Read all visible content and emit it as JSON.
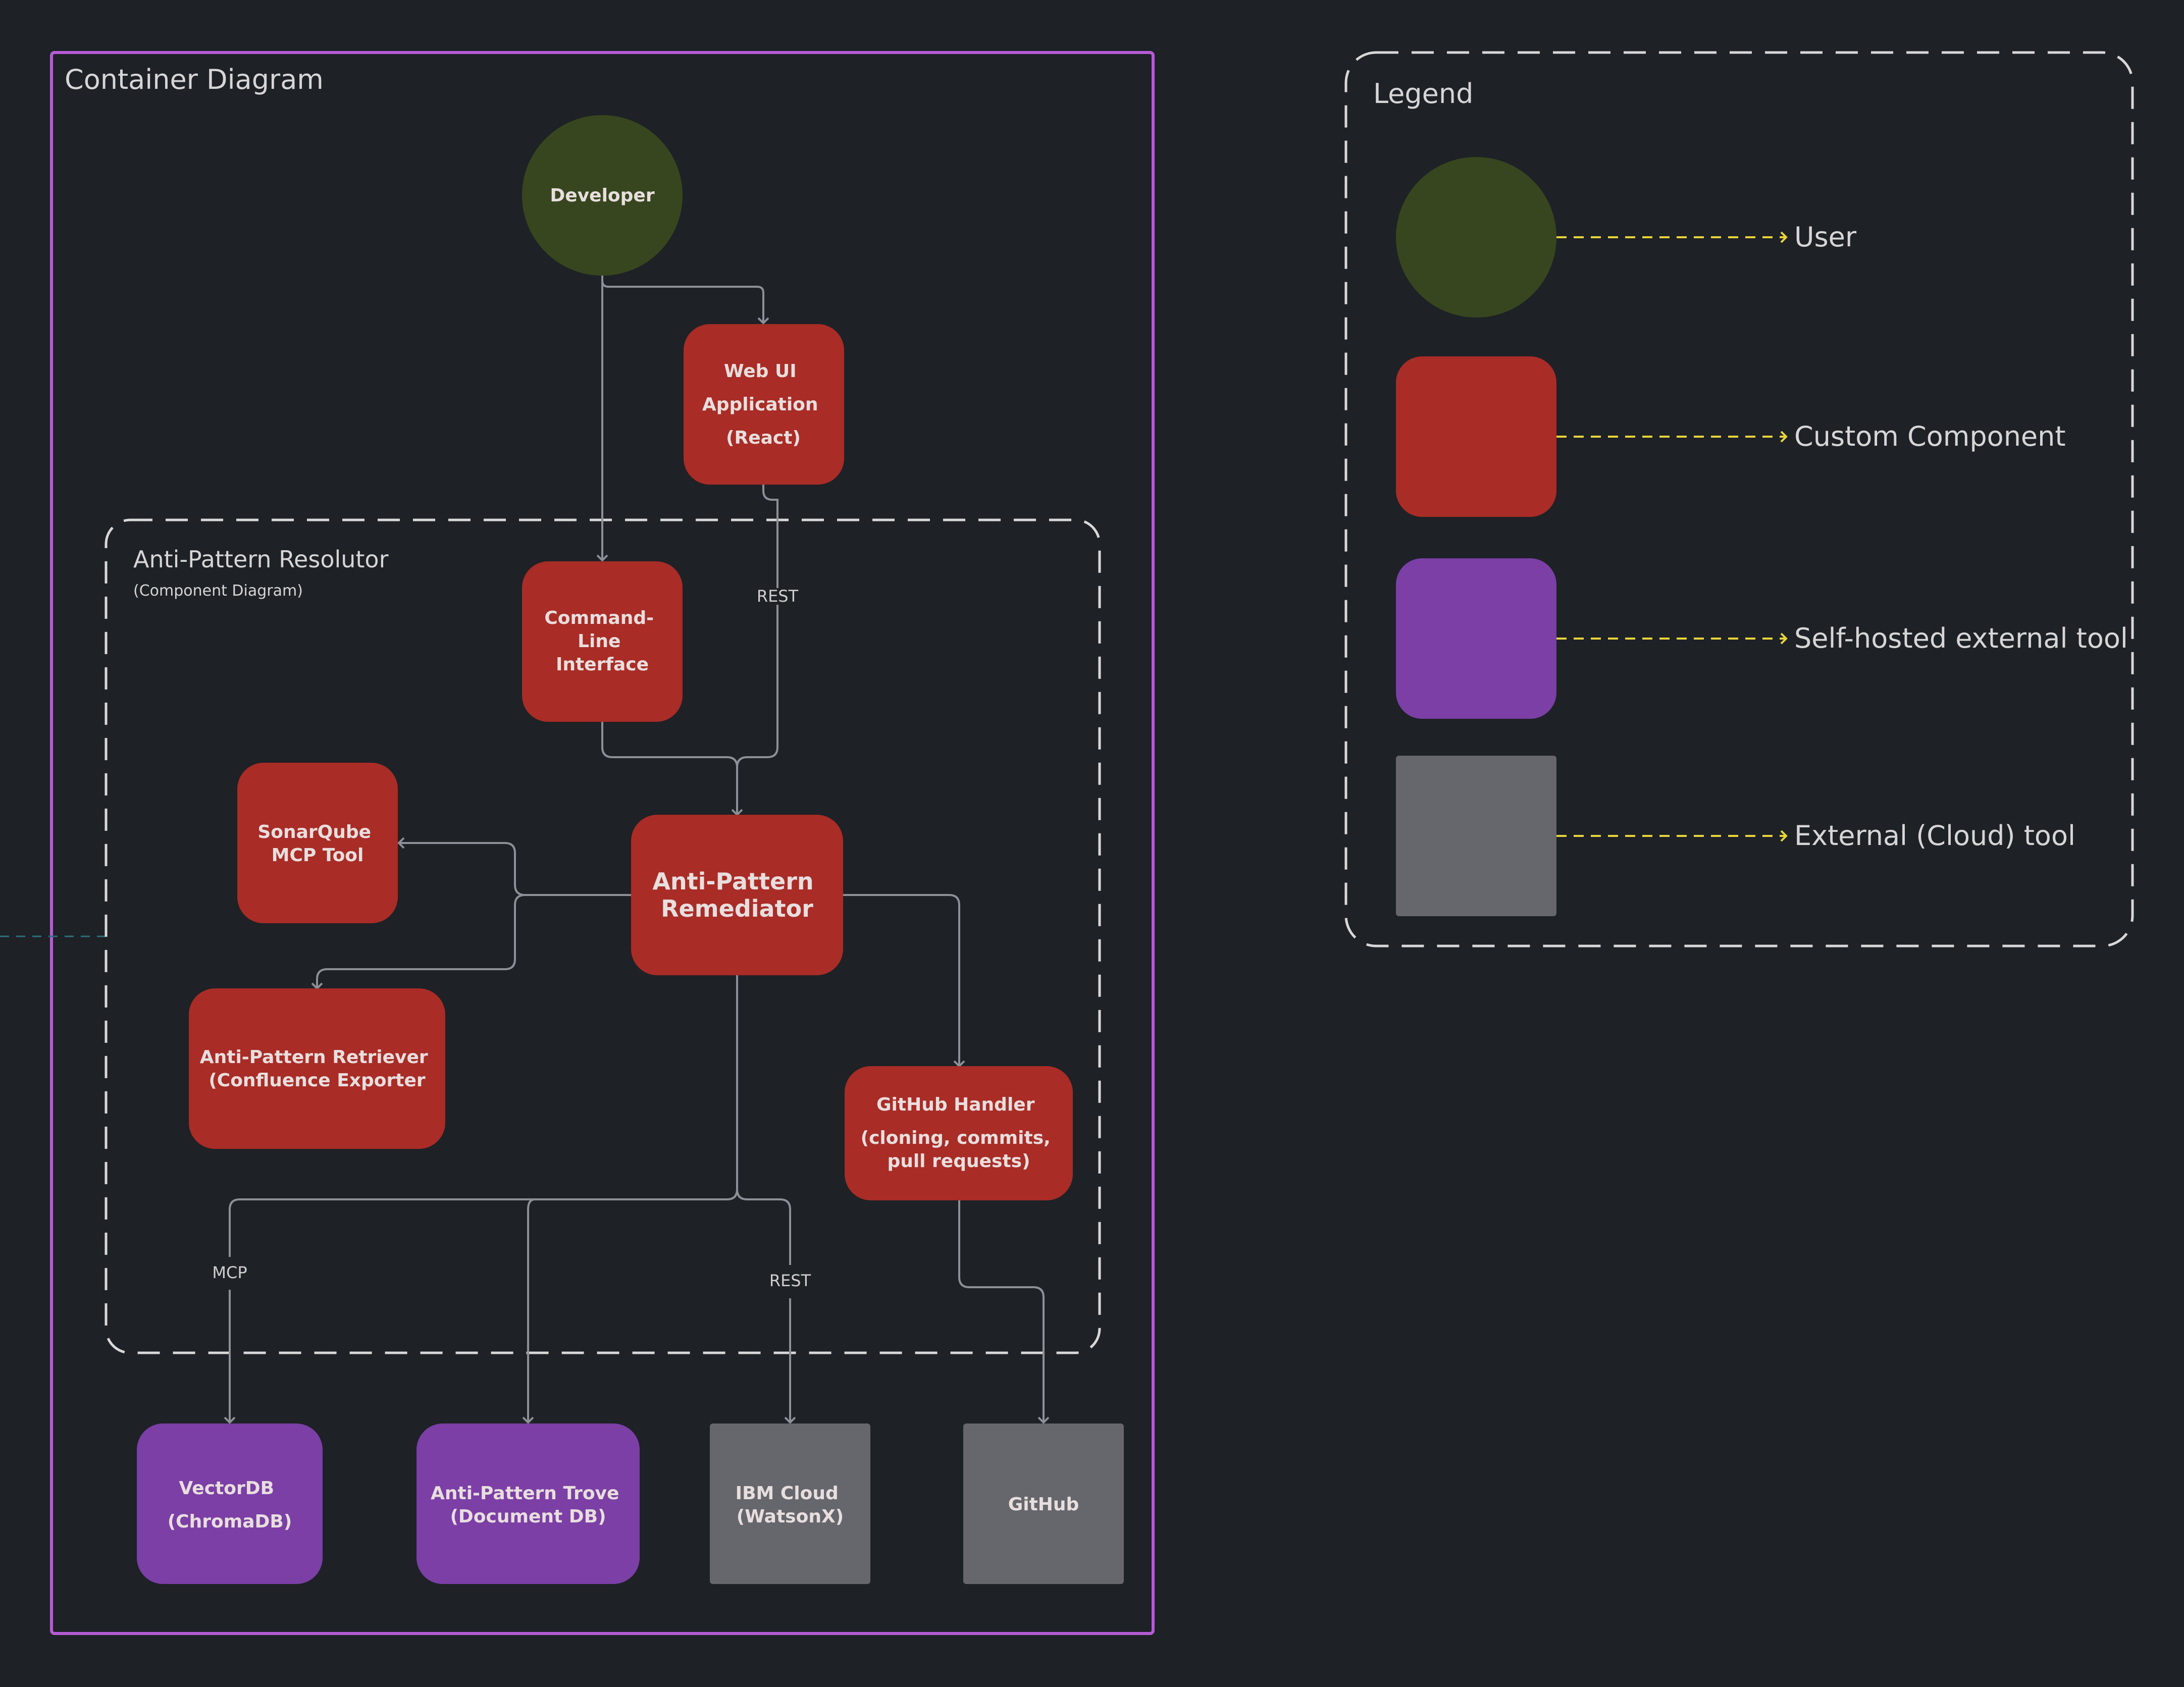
{
  "container": {
    "title": "Container Diagram"
  },
  "resolutor": {
    "title": "Anti-Pattern Resolutor",
    "subtitle": "(Component Diagram)"
  },
  "nodes": {
    "developer": {
      "lines": [
        "Developer"
      ],
      "kind": "user"
    },
    "webui": {
      "lines": [
        "Web UI",
        "Application",
        "(React)"
      ],
      "kind": "custom"
    },
    "cli": {
      "lines": [
        "Command-",
        "Line",
        "Interface"
      ],
      "kind": "custom"
    },
    "sonarqube": {
      "lines": [
        "SonarQube",
        "MCP Tool"
      ],
      "kind": "custom"
    },
    "remediator": {
      "lines": [
        "Anti-Pattern",
        "Remediator"
      ],
      "kind": "custom"
    },
    "retriever": {
      "lines": [
        "Anti-Pattern Retriever",
        "(Confluence Exporter"
      ],
      "kind": "custom"
    },
    "github_handler": {
      "lines": [
        "GitHub Handler",
        "(cloning, commits,",
        "pull requests)"
      ],
      "kind": "custom"
    },
    "vectordb": {
      "lines": [
        "VectorDB",
        "(ChromaDB)"
      ],
      "kind": "self-hosted"
    },
    "trove": {
      "lines": [
        "Anti-Pattern Trove",
        "(Document DB)"
      ],
      "kind": "self-hosted"
    },
    "ibmcloud": {
      "lines": [
        "IBM Cloud",
        "(WatsonX)"
      ],
      "kind": "cloud"
    },
    "github": {
      "lines": [
        "GitHub"
      ],
      "kind": "cloud"
    }
  },
  "edge_labels": {
    "rest_webui": "REST",
    "mcp": "MCP",
    "rest_cloud": "REST"
  },
  "legend": {
    "title": "Legend",
    "items": [
      {
        "label": "User",
        "kind": "user"
      },
      {
        "label": "Custom Component",
        "kind": "custom"
      },
      {
        "label": "Self-hosted external tool",
        "kind": "self-hosted"
      },
      {
        "label": "External (Cloud) tool",
        "kind": "cloud"
      }
    ]
  },
  "colors": {
    "user": "#37461e",
    "custom": "#a92c26",
    "self-hosted": "#7b3fa6",
    "cloud": "#65676c",
    "container_border": "#b65bd6",
    "legend_arrow": "#e8d43a",
    "connector": "#8d9096",
    "background": "#1e2126"
  }
}
